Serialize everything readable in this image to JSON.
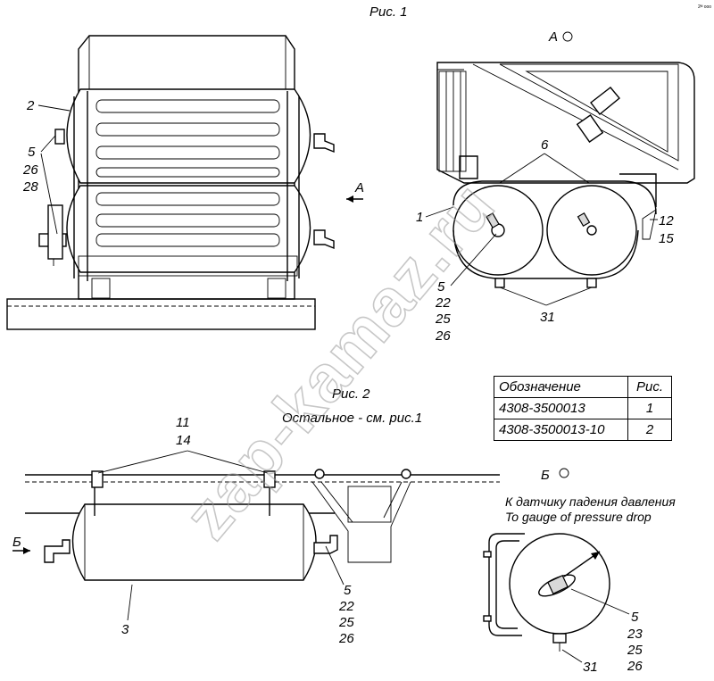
{
  "figure": {
    "fig1_title": "Рис. 1",
    "fig2_title": "Рис. 2",
    "fig2_note": "Остальное - см. рис.1",
    "view_a_label": "А",
    "view_b_label": "Б",
    "arrow_a_label": "А",
    "arrow_b_label": "Б",
    "corner_mark": "2ᴹ ooo",
    "gauge_label_ru": "К датчику падения давления",
    "gauge_label_en": "To gauge of pressure drop",
    "watermark": "zap-kamaz.ru"
  },
  "callouts": {
    "fig1_left": [
      "2",
      "5",
      "26",
      "28"
    ],
    "fig1_right_top": [
      "6",
      "1",
      "12",
      "15"
    ],
    "fig1_right_bottom": [
      "5",
      "22",
      "25",
      "26",
      "31"
    ],
    "fig2_top": [
      "11",
      "14"
    ],
    "fig2_right": [
      "5",
      "22",
      "25",
      "26"
    ],
    "fig2_body": "3",
    "view_b_right": [
      "5",
      "23",
      "25",
      "26"
    ],
    "view_b_bottom": "31"
  },
  "spec_table": {
    "headers": [
      "Обозначение",
      "Рис."
    ],
    "rows": [
      [
        "4308-3500013",
        "1"
      ],
      [
        "4308-3500013-10",
        "2"
      ]
    ]
  }
}
